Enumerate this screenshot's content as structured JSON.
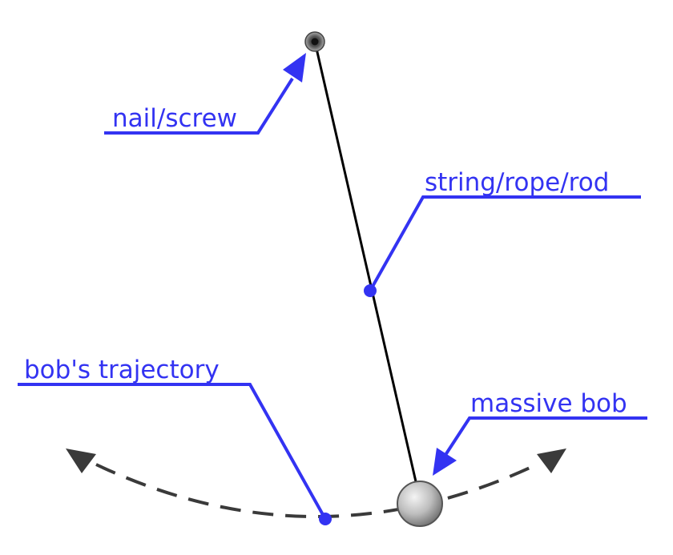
{
  "labels": {
    "nail": "nail/screw",
    "string": "string/rope/rod",
    "trajectory": "bob's trajectory",
    "bob": "massive bob"
  },
  "colors": {
    "label": "#3333f2",
    "string": "#000000",
    "trajectory": "#3a3a3a",
    "bob_light": "#f2f2f2",
    "bob_dark": "#7a7a7a",
    "background": "#ffffff"
  },
  "icons": {
    "nail": "pivot-nail-icon",
    "bob": "pendulum-bob-icon"
  }
}
